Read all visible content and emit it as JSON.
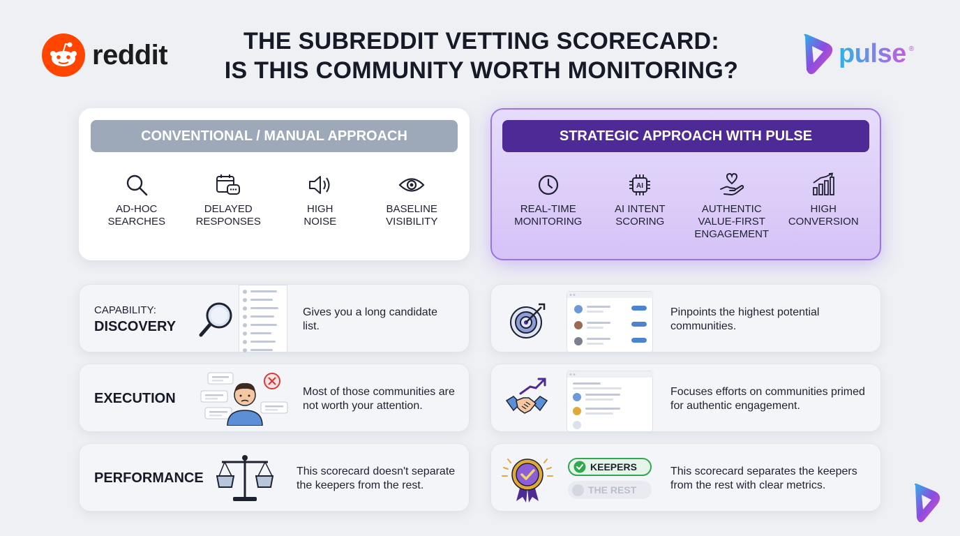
{
  "header": {
    "title_line1": "THE SUBREDDIT VETTING SCORECARD:",
    "title_line2": "IS THIS COMMUNITY WORTH MONITORING?",
    "reddit_wordmark": "reddit",
    "pulse_wordmark": "pulse",
    "pulse_registered": "®"
  },
  "left_panel": {
    "header": "CONVENTIONAL / MANUAL APPROACH",
    "features": [
      {
        "icon": "search-icon",
        "label": "AD-HOC\nSEARCHES"
      },
      {
        "icon": "calendar-chat-icon",
        "label": "DELAYED\nRESPONSES"
      },
      {
        "icon": "speaker-icon",
        "label": "HIGH\nNOISE"
      },
      {
        "icon": "eye-icon",
        "label": "BASELINE\nVISIBILITY"
      }
    ]
  },
  "right_panel": {
    "header": "STRATEGIC APPROACH WITH PULSE",
    "features": [
      {
        "icon": "clock-icon",
        "label": "REAL-TIME\nMONITORING"
      },
      {
        "icon": "ai-chip-icon",
        "label": "AI INTENT\nSCORING"
      },
      {
        "icon": "heart-hand-icon",
        "label": "AUTHENTIC\nVALUE-FIRST\nENGAGEMENT"
      },
      {
        "icon": "bar-growth-icon",
        "label": "HIGH\nCONVERSION"
      }
    ]
  },
  "rows": {
    "discovery": {
      "label_small": "CAPABILITY:",
      "label": "DISCOVERY",
      "left_text": "Gives you a long candidate list.",
      "right_text": "Pinpoints the highest potential communities."
    },
    "execution": {
      "label": "EXECUTION",
      "left_text": "Most of those communities are not worth your attention.",
      "right_text": "Focuses efforts on communities primed for authentic engagement."
    },
    "performance": {
      "label": "PERFORMANCE",
      "left_text": "This scorecard doesn't separate the keepers from the rest.",
      "right_text": "This scorecard separates the keepers from the rest with clear metrics.",
      "keepers_label": "KEEPERS",
      "rest_label": "THE REST"
    }
  },
  "colors": {
    "reddit_orange": "#ff4500",
    "pulse_purple": "#4d2a96",
    "manual_gray": "#9da8b8",
    "keepers_green": "#2fa84f"
  }
}
